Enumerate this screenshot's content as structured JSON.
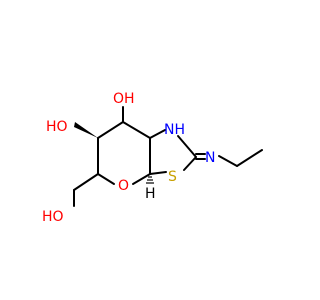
{
  "molecule": {
    "background": "#ffffff",
    "bond_color": "#000000",
    "atoms": {
      "oh_top": {
        "label": "OH",
        "color": "#ff0000"
      },
      "ho_left": {
        "label": "HO",
        "color": "#ff0000"
      },
      "ho_bottom": {
        "label": "HO",
        "color": "#ff0000"
      },
      "ring_o": {
        "label": "O",
        "color": "#ff0000"
      },
      "nh": {
        "label": "NH",
        "color": "#0000ff"
      },
      "s": {
        "label": "S",
        "color": "#c8a000"
      },
      "n_imine": {
        "label": "N",
        "color": "#0000ff"
      },
      "h_stereo": {
        "label": "H",
        "color": "#000000"
      }
    }
  }
}
